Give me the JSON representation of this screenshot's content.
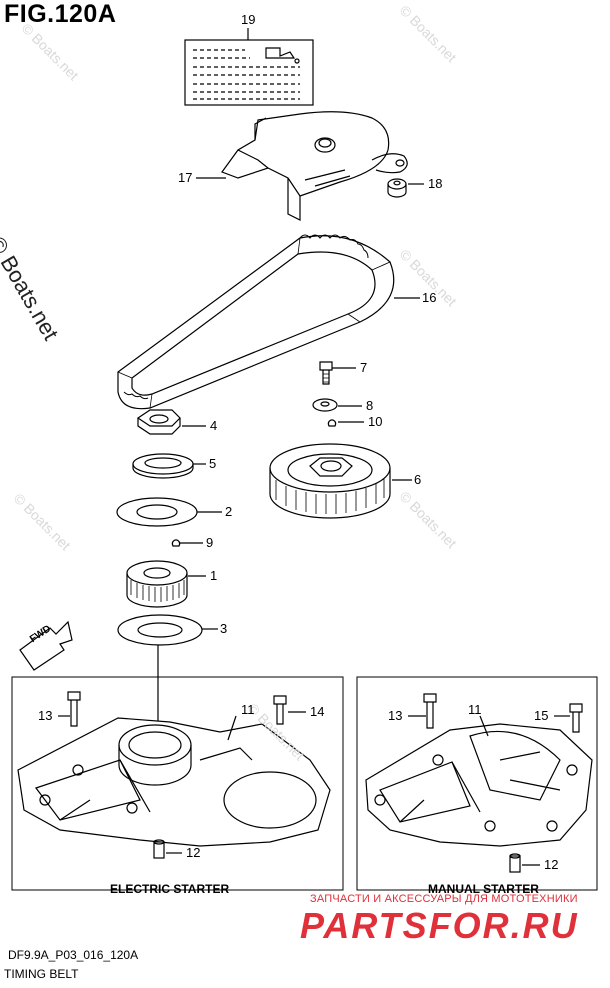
{
  "figure": {
    "title": "FIG.120A"
  },
  "callouts": [
    {
      "id": "c19",
      "text": "19"
    },
    {
      "id": "c17",
      "text": "17"
    },
    {
      "id": "c18",
      "text": "18"
    },
    {
      "id": "c16",
      "text": "16"
    },
    {
      "id": "c7",
      "text": "7"
    },
    {
      "id": "c8",
      "text": "8"
    },
    {
      "id": "c10",
      "text": "10"
    },
    {
      "id": "c4",
      "text": "4"
    },
    {
      "id": "c5",
      "text": "5"
    },
    {
      "id": "c6",
      "text": "6"
    },
    {
      "id": "c2",
      "text": "2"
    },
    {
      "id": "c9",
      "text": "9"
    },
    {
      "id": "c1",
      "text": "1"
    },
    {
      "id": "c3",
      "text": "3"
    },
    {
      "id": "c13a",
      "text": "13"
    },
    {
      "id": "c11a",
      "text": "11"
    },
    {
      "id": "c14",
      "text": "14"
    },
    {
      "id": "c12a",
      "text": "12"
    },
    {
      "id": "c13b",
      "text": "13"
    },
    {
      "id": "c11b",
      "text": "11"
    },
    {
      "id": "c15",
      "text": "15"
    },
    {
      "id": "c12b",
      "text": "12"
    }
  ],
  "sections": {
    "electric": "ELECTRIC STARTER",
    "manual": "MANUAL STARTER"
  },
  "fwd_label": "FWD",
  "watermark": {
    "main": "© Boats.net",
    "repeat": "© Boats.net"
  },
  "footer": {
    "code": "DF9.9A_P03_016_120A",
    "name": "TIMING BELT"
  },
  "shop": {
    "tagline": "ЗАПЧАСТИ И АКСЕССУАРЫ ДЛЯ МОТОТЕХНИКИ",
    "logo": "PARTSFOR.RU"
  },
  "colors": {
    "line": "#000000",
    "watermark": "#d9d9d9",
    "shop": "#e0303a"
  }
}
